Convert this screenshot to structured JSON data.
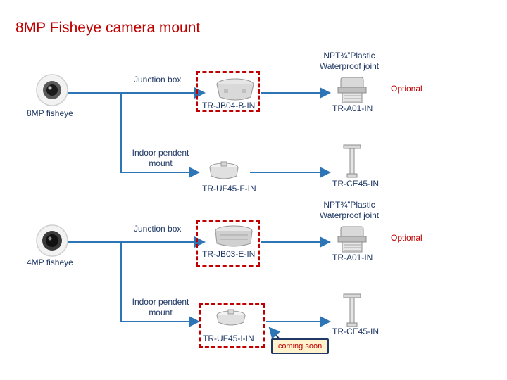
{
  "title": "8MP Fisheye camera mount",
  "colors": {
    "title": "#c00000",
    "label": "#1f3864",
    "arrow": "#2e75b6",
    "highlight": "#c00000"
  },
  "section_top": {
    "camera_label": "8MP fisheye",
    "junction_box_label": "Junction box",
    "junction_box_model": "TR-JB04-B-IN",
    "waterproof_label": "NPT¾”Plastic Waterproof joint",
    "waterproof_model": "TR-A01-IN",
    "optional_label": "Optional",
    "pendent_label": "Indoor pendent mount",
    "pendent_model": "TR-UF45-F-IN",
    "ceiling_model": "TR-CE45-IN"
  },
  "section_bottom": {
    "camera_label": "4MP fisheye",
    "junction_box_label": "Junction box",
    "junction_box_model": "TR-JB03-E-IN",
    "waterproof_label": "NPT¾”Plastic Waterproof joint",
    "waterproof_model": "TR-A01-IN",
    "optional_label": "Optional",
    "pendent_label": "Indoor pendent mount",
    "pendent_model": "TR-UF45-I-IN",
    "ceiling_model": "TR-CE45-IN",
    "coming_soon": "coming soon"
  }
}
